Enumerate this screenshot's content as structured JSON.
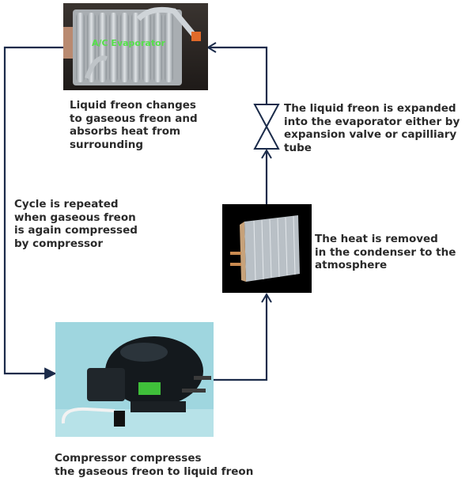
{
  "evaporator": {
    "photo_label": "A/C Evaporator",
    "caption": "Liquid freon changes\nto gaseous freon and\nabsorbs heat from\nsurrounding"
  },
  "expansion": {
    "caption": "The liquid freon is expanded\ninto the evaporator either by\nexpansion valve or capilliary\ntube"
  },
  "condenser": {
    "caption": "The heat is removed\nin the condenser to the\natmosphere"
  },
  "cycle": {
    "caption": "Cycle is repeated\nwhen gaseous freon\nis again compressed\nby compressor"
  },
  "compressor": {
    "caption": "Compressor compresses\nthe gaseous freon to liquid freon"
  },
  "colors": {
    "line": "#1b2b4a",
    "text": "#2a2a2a",
    "photo_label": "#55e04a"
  }
}
